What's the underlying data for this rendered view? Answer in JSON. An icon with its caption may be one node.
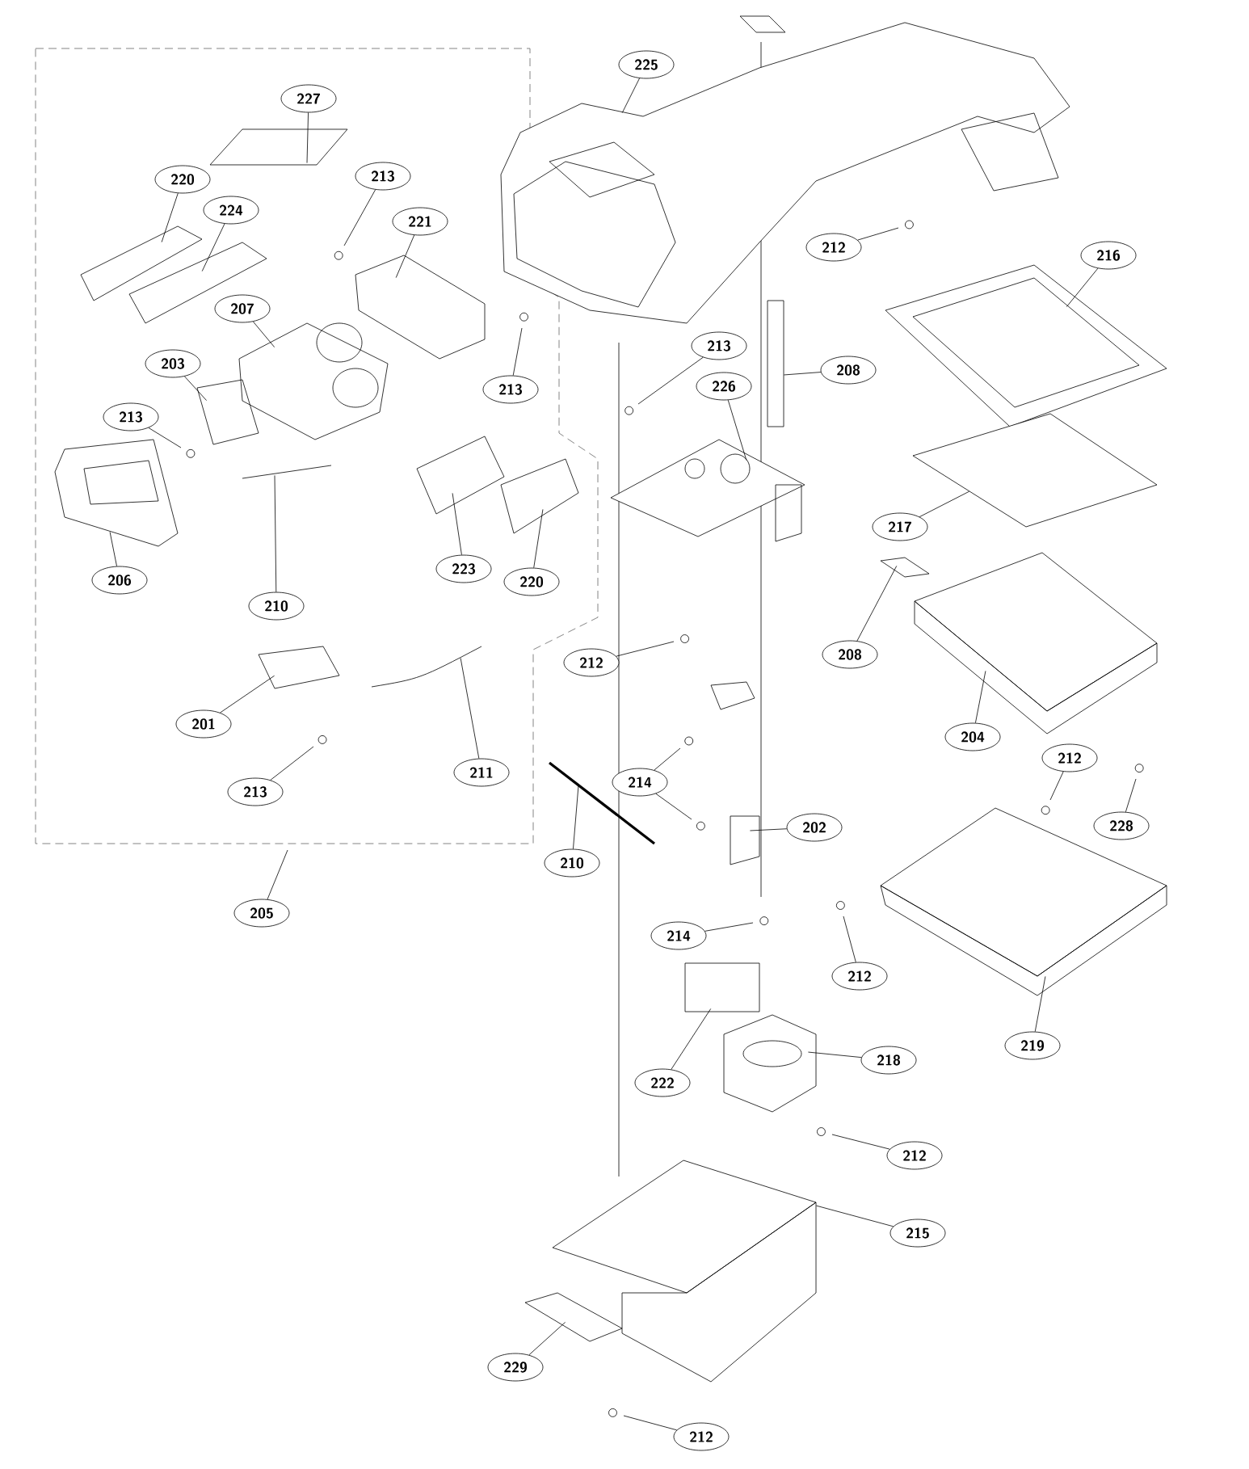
{
  "diagram": {
    "nodes": [
      {
        "text": [
          "227"
        ]
      },
      {
        "text": [
          "213"
        ]
      },
      {
        "text": [
          "220"
        ]
      },
      {
        "text": [
          "224"
        ]
      },
      {
        "text": [
          "221"
        ]
      },
      {
        "text": [
          "207"
        ]
      },
      {
        "text": [
          "203"
        ]
      },
      {
        "text": [
          "213"
        ]
      },
      {
        "text": [
          "213"
        ]
      },
      {
        "text": [
          "206"
        ]
      },
      {
        "text": [
          "210"
        ]
      },
      {
        "text": [
          "223"
        ]
      },
      {
        "text": [
          "220"
        ]
      },
      {
        "text": [
          "201"
        ]
      },
      {
        "text": [
          "213"
        ]
      },
      {
        "text": [
          "211"
        ]
      },
      {
        "text": [
          "205"
        ]
      },
      {
        "text": [
          "225"
        ]
      },
      {
        "text": [
          "212"
        ]
      },
      {
        "text": [
          "216"
        ]
      },
      {
        "text": [
          "213"
        ]
      },
      {
        "text": [
          "208"
        ]
      },
      {
        "text": [
          "226"
        ]
      },
      {
        "text": [
          "217"
        ]
      },
      {
        "text": [
          "212"
        ]
      },
      {
        "text": [
          "208"
        ]
      },
      {
        "text": [
          "204"
        ]
      },
      {
        "text": [
          "212"
        ]
      },
      {
        "text": [
          "214"
        ]
      },
      {
        "text": [
          "202"
        ]
      },
      {
        "text": [
          "210"
        ]
      },
      {
        "text": [
          "228"
        ]
      },
      {
        "text": [
          "214"
        ]
      },
      {
        "text": [
          "212"
        ]
      },
      {
        "text": [
          "219"
        ]
      },
      {
        "text": [
          "218"
        ]
      },
      {
        "text": [
          "222"
        ]
      },
      {
        "text": [
          "212"
        ]
      },
      {
        "text": [
          "215"
        ]
      },
      {
        "text": [
          "229"
        ]
      },
      {
        "text": [
          "212"
        ]
      },
      {
        "text": [],
        "shape": "picture"
      },
      {
        "text": [],
        "shape": "picture"
      },
      {
        "text": [],
        "shape": "picture"
      },
      {
        "text": [],
        "shape": "picture"
      },
      {
        "text": [],
        "shape": "picture"
      },
      {
        "text": [],
        "shape": "picture"
      },
      {
        "text": [],
        "shape": "picture"
      },
      {
        "text": [],
        "shape": "picture"
      },
      {
        "text": [],
        "shape": "picture"
      },
      {
        "text": [],
        "shape": "picture"
      },
      {
        "text": [],
        "shape": "picture"
      },
      {
        "text": [],
        "shape": "picture"
      },
      {
        "text": [],
        "shape": "picture"
      },
      {
        "text": [],
        "shape": "picture"
      },
      {
        "text": [],
        "shape": "box"
      },
      {
        "text": [],
        "shape": "picture"
      },
      {
        "text": [],
        "shape": "picture"
      },
      {
        "text": [],
        "shape": "picture"
      },
      {
        "text": [],
        "shape": "picture"
      },
      {
        "text": [],
        "shape": "picture"
      },
      {
        "text": [],
        "shape": "picture"
      },
      {
        "text": [],
        "shape": "picture"
      },
      {
        "text": [],
        "shape": "picture"
      },
      {
        "text": [],
        "shape": "box"
      },
      {
        "text": [],
        "shape": "picture"
      },
      {
        "text": [],
        "shape": "picture"
      }
    ],
    "edges": [
      {
        "from": 0,
        "to": 41,
        "arrow": "none"
      },
      {
        "from": 1,
        "to": null,
        "arrow": "none"
      },
      {
        "from": 2,
        "to": 42,
        "arrow": "none"
      },
      {
        "from": 3,
        "to": 43,
        "arrow": "none"
      },
      {
        "from": 4,
        "to": 44,
        "arrow": "none"
      },
      {
        "from": 5,
        "to": 45,
        "arrow": "none"
      },
      {
        "from": 6,
        "to": 46,
        "arrow": "none"
      },
      {
        "from": 7,
        "to": null,
        "arrow": "none"
      },
      {
        "from": 8,
        "to": null,
        "arrow": "none"
      },
      {
        "from": 9,
        "to": 47,
        "arrow": "none"
      },
      {
        "from": 10,
        "to": 48,
        "arrow": "none"
      },
      {
        "from": 11,
        "to": 49,
        "arrow": "none"
      },
      {
        "from": 12,
        "to": 50,
        "arrow": "none"
      },
      {
        "from": 13,
        "to": 51,
        "arrow": "none"
      },
      {
        "from": 14,
        "to": null,
        "arrow": "none"
      },
      {
        "from": 15,
        "to": 52,
        "arrow": "none"
      },
      {
        "from": 16,
        "to": null,
        "arrow": "none"
      },
      {
        "from": 17,
        "to": 53,
        "arrow": "none"
      },
      {
        "from": 18,
        "to": null,
        "arrow": "none"
      },
      {
        "from": 19,
        "to": 54,
        "arrow": "none"
      },
      {
        "from": 20,
        "to": null,
        "arrow": "none"
      },
      {
        "from": 21,
        "to": 55,
        "arrow": "none"
      },
      {
        "from": 22,
        "to": 56,
        "arrow": "none"
      },
      {
        "from": 23,
        "to": 57,
        "arrow": "none"
      },
      {
        "from": 24,
        "to": null,
        "arrow": "none"
      },
      {
        "from": 25,
        "to": 58,
        "arrow": "none"
      },
      {
        "from": 26,
        "to": 59,
        "arrow": "none"
      },
      {
        "from": 27,
        "to": null,
        "arrow": "none"
      },
      {
        "from": 28,
        "to": null,
        "arrow": "none"
      },
      {
        "from": 28,
        "to": null,
        "arrow": "none"
      },
      {
        "from": 29,
        "to": 60,
        "arrow": "none"
      },
      {
        "from": 30,
        "to": 61,
        "arrow": "none"
      },
      {
        "from": 31,
        "to": null,
        "arrow": "none"
      },
      {
        "from": 32,
        "to": null,
        "arrow": "none"
      },
      {
        "from": 33,
        "to": null,
        "arrow": "none"
      },
      {
        "from": 34,
        "to": 62,
        "arrow": "none"
      },
      {
        "from": 35,
        "to": 63,
        "arrow": "none"
      },
      {
        "from": 36,
        "to": 64,
        "arrow": "none"
      },
      {
        "from": 37,
        "to": null,
        "arrow": "none"
      },
      {
        "from": 38,
        "to": 65,
        "arrow": "none"
      },
      {
        "from": 39,
        "to": 66,
        "arrow": "none"
      },
      {
        "from": 40,
        "to": null,
        "arrow": "none"
      }
    ]
  }
}
